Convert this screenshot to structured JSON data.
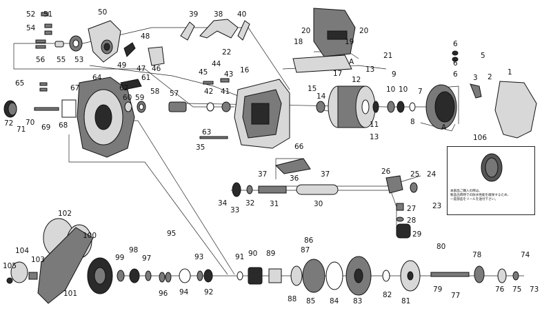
{
  "parts": [
    "1",
    "2",
    "3",
    "5",
    "6",
    "6",
    "6",
    "7",
    "8",
    "9",
    "10",
    "10",
    "11",
    "12",
    "13",
    "13",
    "14",
    "15",
    "16",
    "17",
    "18",
    "19",
    "20",
    "20",
    "21",
    "22",
    "23",
    "24",
    "25",
    "26",
    "27",
    "28",
    "29",
    "30",
    "31",
    "32",
    "33",
    "34",
    "35",
    "36",
    "37",
    "37",
    "38",
    "39",
    "40",
    "41",
    "42",
    "43",
    "44",
    "45",
    "46",
    "47",
    "48",
    "49",
    "50",
    "51",
    "52",
    "53",
    "54",
    "55",
    "56",
    "57",
    "58",
    "59",
    "60",
    "61",
    "62",
    "63",
    "64",
    "65",
    "66",
    "67",
    "68",
    "69",
    "70",
    "71",
    "72",
    "73",
    "74",
    "75",
    "76",
    "77",
    "78",
    "79",
    "80",
    "81",
    "82",
    "83",
    "84",
    "85",
    "86",
    "87",
    "88",
    "89",
    "90",
    "91",
    "92",
    "93",
    "94",
    "95",
    "96",
    "97",
    "98",
    "99",
    "100",
    "101",
    "102",
    "103",
    "104",
    "105",
    "106"
  ],
  "ref_marks": [
    "A",
    "A"
  ],
  "notice_text": "本部品ご購入の際は、\n製品出荷時での防水性能を確保するため、\n一度部品をリールを送付下さい。"
}
